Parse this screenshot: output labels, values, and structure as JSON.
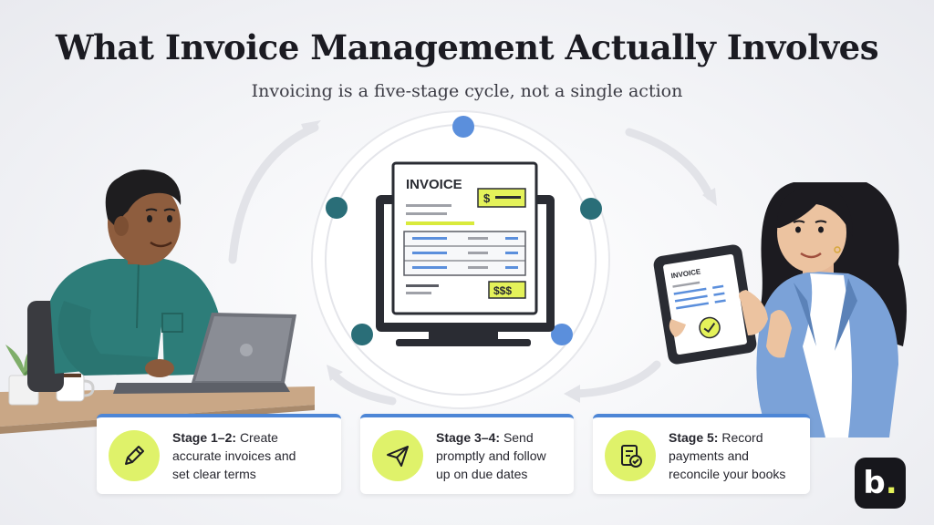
{
  "header": {
    "title": "What Invoice Management Actually Involves",
    "subtitle": "Invoicing is a five-stage cycle, not a single action"
  },
  "monitor": {
    "invoice_heading": "INVOICE",
    "amount_symbol": "$",
    "total_symbols": "$$$"
  },
  "tablet": {
    "invoice_heading": "INVOICE"
  },
  "stages": [
    {
      "label": "Stage 1–2:",
      "text_line1": "Create",
      "text_line2": "accurate invoices and",
      "text_line3": "set clear terms",
      "icon": "pencil-icon"
    },
    {
      "label": "Stage 3–4:",
      "text_line1": "Send",
      "text_line2": "promptly and follow",
      "text_line3": "up on due dates",
      "icon": "paper-plane-icon"
    },
    {
      "label": "Stage 5:",
      "text_line1": "Record",
      "text_line2": "payments and",
      "text_line3": "reconcile your books",
      "icon": "checklist-icon"
    }
  ],
  "logo": {
    "letter": "b",
    "dot": "."
  },
  "colors": {
    "accent_blue": "#4d86d6",
    "accent_teal": "#2a6e78",
    "highlight_yellow": "#dff26a",
    "dark": "#17171c"
  }
}
